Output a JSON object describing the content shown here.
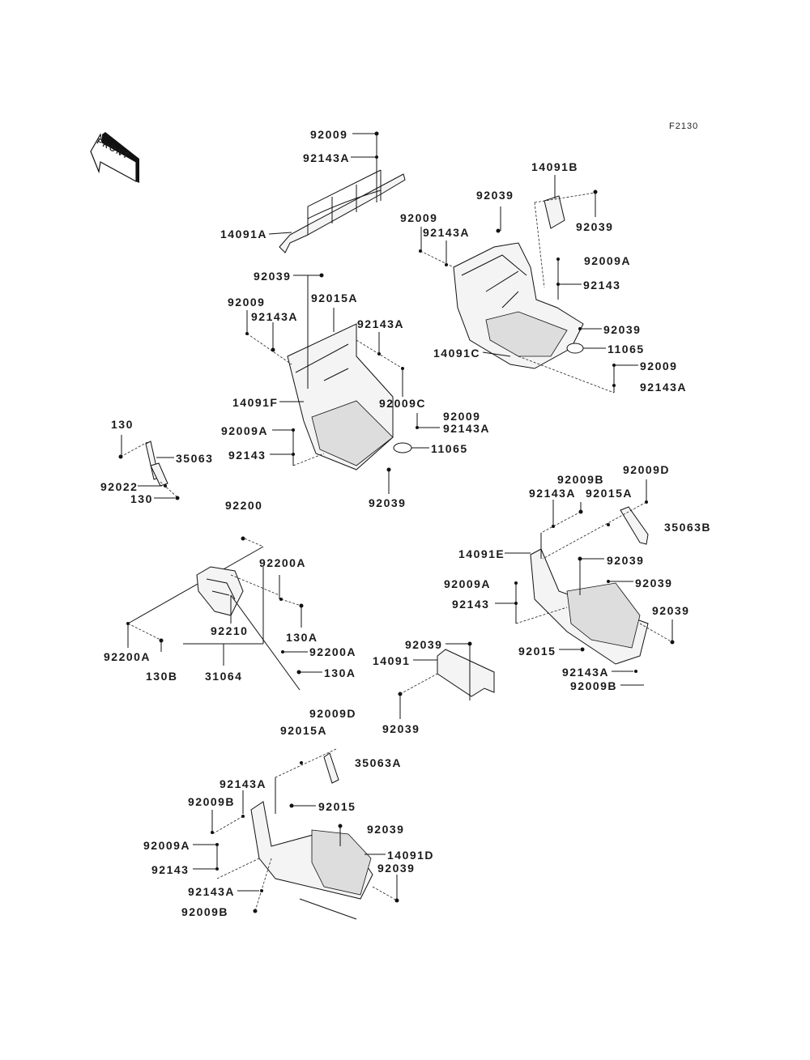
{
  "figure": {
    "code": "F2130",
    "front_indicator": "FRONT"
  },
  "labels": {
    "top_guard": {
      "l1": "92009",
      "l2": "92143A",
      "l3": "14091A"
    },
    "right_guard": {
      "l1": "14091B",
      "l2": "92039",
      "l3": "92039",
      "l4": "92009",
      "l5": "92143A",
      "l6": "92009A",
      "l7": "92143",
      "l8": "92039",
      "l9": "14091C",
      "l10": "11065",
      "l11": "92009",
      "l12": "92143A"
    },
    "left_guard": {
      "l1": "92039",
      "l2": "92015A",
      "l3": "92009",
      "l4": "92143A",
      "l5": "92143A",
      "l6": "14091F",
      "l7": "92009C",
      "l8": "92009",
      "l9": "92143A",
      "l10": "92009A",
      "l11": "92143",
      "l12": "11065",
      "l13": "92039"
    },
    "linkage": {
      "l1": "130",
      "l2": "35063",
      "l3": "92022",
      "l4": "130",
      "l5": "92200"
    },
    "bracket": {
      "l1": "92200A",
      "l2": "130A",
      "l3": "92210",
      "l4": "92200A",
      "l5": "130B",
      "l6": "31064",
      "l7": "92200A",
      "l8": "130A"
    },
    "right_footrest": {
      "l1": "92009D",
      "l2": "92009B",
      "l3": "92143A",
      "l4": "92015A",
      "l5": "35063B",
      "l6": "14091E",
      "l7": "92039",
      "l8": "92009A",
      "l9": "92039",
      "l10": "92143",
      "l11": "92039",
      "l12": "92015",
      "l13": "92143A",
      "l14": "92009B"
    },
    "cover": {
      "l1": "92039",
      "l2": "14091",
      "l3": "92039"
    },
    "left_footrest": {
      "l1": "92009D",
      "l2": "92015A",
      "l3": "35063A",
      "l4": "92143A",
      "l5": "92009B",
      "l6": "92015",
      "l7": "92039",
      "l8": "92009A",
      "l9": "14091D",
      "l10": "92143",
      "l11": "92039",
      "l12": "92143A",
      "l13": "92009B"
    }
  }
}
